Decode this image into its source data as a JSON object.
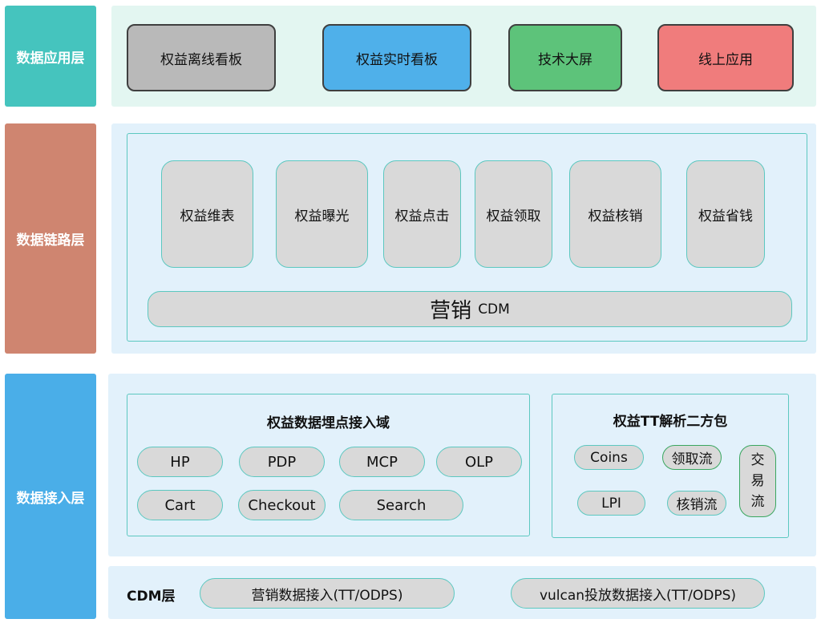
{
  "layers": {
    "app": "数据应用层",
    "link": "数据链路层",
    "access": "数据接入层"
  },
  "app_layer": {
    "items": [
      "权益离线看板",
      "权益实时看板",
      "技术大屏",
      "线上应用"
    ],
    "colors": [
      "#b9b9b9",
      "#4fb0ea",
      "#5dc37a",
      "#f07c7c"
    ]
  },
  "link_layer": {
    "tiles": [
      "权益维表",
      "权益曝光",
      "权益点击",
      "权益领取",
      "权益核销",
      "权益省钱"
    ],
    "cdm_main": "营销",
    "cdm_sub": "CDM"
  },
  "access_layer": {
    "tracking": {
      "title": "权益数据埋点接入域",
      "items": [
        "HP",
        "PDP",
        "MCP",
        "OLP",
        "Cart",
        "Checkout",
        "Search"
      ]
    },
    "tt": {
      "title": "权益TT解析二方包",
      "coins": "Coins",
      "claim": "领取流",
      "lpi": "LPI",
      "redeem": "核销流",
      "trade": [
        "交",
        "易",
        "流"
      ]
    }
  },
  "cdm_layer": {
    "label": "CDM层",
    "items": [
      "营销数据接入(TT/ODPS)",
      "vulcan投放数据接入(TT/ODPS)"
    ]
  },
  "colors": {
    "app_label": "#45c4be",
    "link_label": "#cf8570",
    "access_label": "#4aaee8",
    "app_panel": "#e3f6f1",
    "link_panel": "#e2f1fb",
    "access_panel": "#e2f1fb"
  }
}
